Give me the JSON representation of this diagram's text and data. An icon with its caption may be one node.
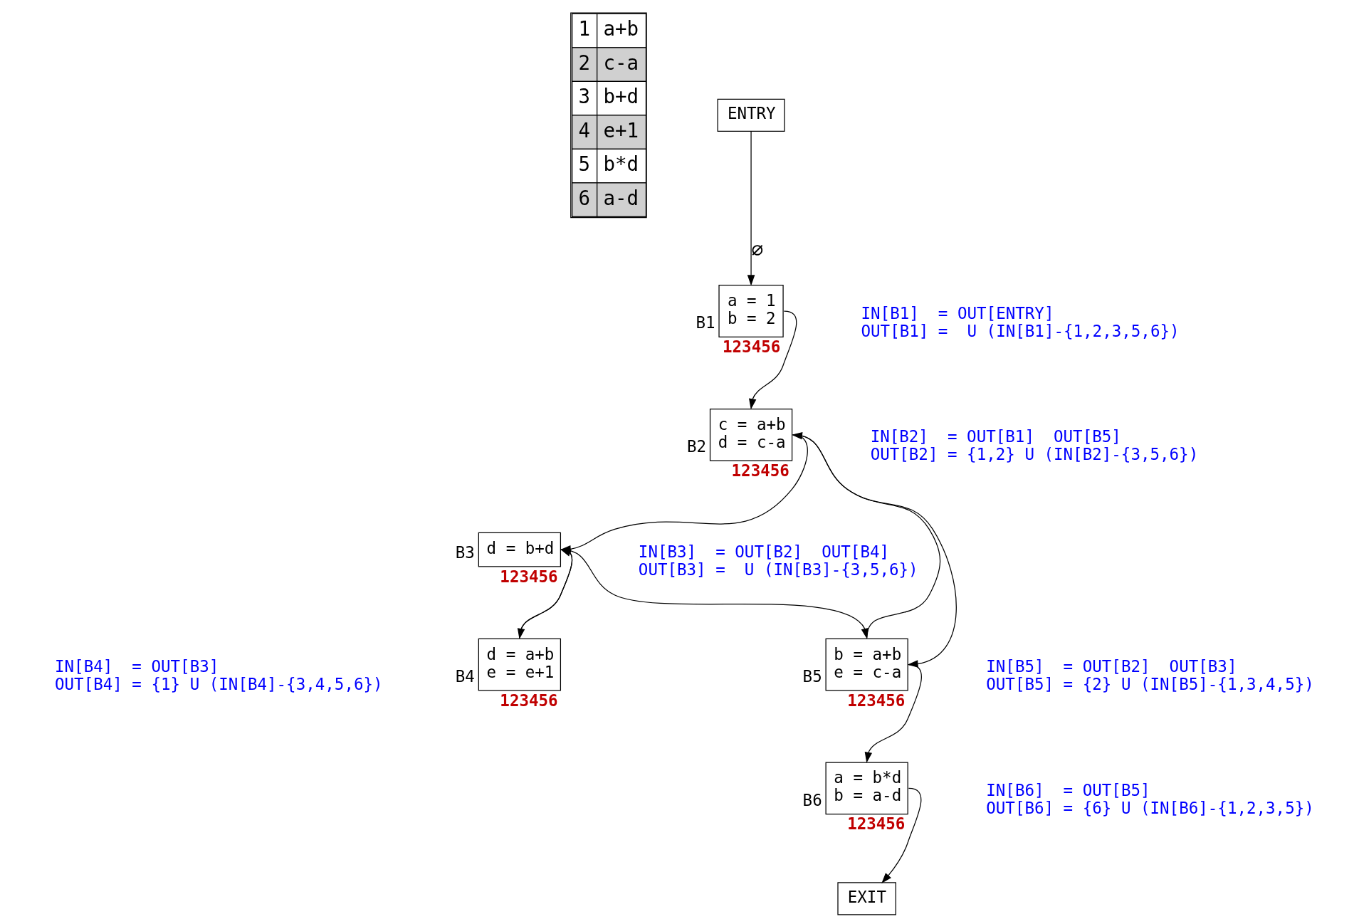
{
  "diagram": {
    "nodes": [
      {
        "text": [
          "ENTRY"
        ]
      },
      {
        "text": [
          "a = 1",
          "b = 2"
        ],
        "beside": [
          "B1",
          "123456",
          "IN[B1]  = OUT[ENTRY]",
          "OUT[B1] =  U (IN[B1]-{1,2,3,5,6})"
        ]
      },
      {
        "text": [
          "c = a+b",
          "d = c-a"
        ],
        "beside": [
          "B2",
          "123456",
          "IN[B2]  = OUT[B1]  OUT[B5]",
          "OUT[B2] = {1,2} U (IN[B2]-{3,5,6})"
        ]
      },
      {
        "text": [
          "d = b+d"
        ],
        "beside": [
          "B3",
          "123456",
          "IN[B3]  = OUT[B2]  OUT[B4]",
          "OUT[B3] =  U (IN[B3]-{3,5,6})"
        ]
      },
      {
        "text": [
          "d = a+b",
          "e = e+1"
        ],
        "beside": [
          "B4",
          "123456",
          "IN[B4]  = OUT[B3]",
          "OUT[B4] = {1} U (IN[B4]-{3,4,5,6})"
        ]
      },
      {
        "text": [
          "b = a+b",
          "e = c-a"
        ],
        "beside": [
          "B5",
          "123456",
          "IN[B5]  = OUT[B2]  OUT[B3]",
          "OUT[B5] = {2} U (IN[B5]-{1,3,4,5})"
        ]
      },
      {
        "text": [
          "a = b*d",
          "b = a-d"
        ],
        "beside": [
          "B6",
          "123456",
          "IN[B6]  = OUT[B5]",
          "OUT[B6] = {6} U (IN[B6]-{1,2,3,5})"
        ]
      },
      {
        "text": [
          "EXIT"
        ]
      }
    ],
    "edges": [
      {
        "from": 0,
        "to": 1,
        "arrow": "to",
        "label": "∅"
      },
      {
        "from": 1,
        "to": 2,
        "arrow": "to"
      },
      {
        "from": 2,
        "to": 3,
        "arrow": "to"
      },
      {
        "from": 2,
        "to": 5,
        "arrow": "to"
      },
      {
        "from": 3,
        "to": 4,
        "arrow": "to"
      },
      {
        "from": 3,
        "to": 5,
        "arrow": "to"
      },
      {
        "from": 4,
        "to": 3,
        "arrow": "to"
      },
      {
        "from": 5,
        "to": 2,
        "arrow": "to"
      },
      {
        "from": 5,
        "to": 6,
        "arrow": "to"
      },
      {
        "from": 6,
        "to": 7,
        "arrow": "to"
      }
    ],
    "labels": [
      "1",
      "a+b",
      "2",
      "c-a",
      "3",
      "b+d",
      "4",
      "e+1",
      "5",
      "b*d",
      "6",
      "a-d"
    ]
  }
}
